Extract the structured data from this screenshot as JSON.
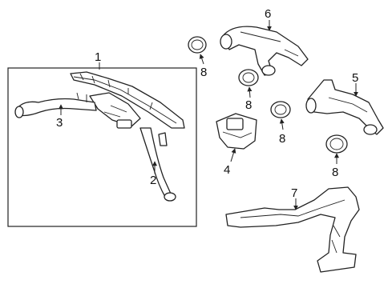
{
  "callouts": [
    {
      "id": "assembly",
      "number": "1"
    },
    {
      "id": "defroster-duct",
      "number": "2"
    },
    {
      "id": "side-duct",
      "number": "3"
    },
    {
      "id": "center-outlet",
      "number": "4"
    },
    {
      "id": "right-duct",
      "number": "5"
    },
    {
      "id": "left-duct",
      "number": "6"
    },
    {
      "id": "floor-duct",
      "number": "7"
    },
    {
      "id": "grommet-a",
      "number": "8"
    },
    {
      "id": "grommet-b",
      "number": "8"
    },
    {
      "id": "grommet-c",
      "number": "8"
    },
    {
      "id": "grommet-d",
      "number": "8"
    }
  ]
}
